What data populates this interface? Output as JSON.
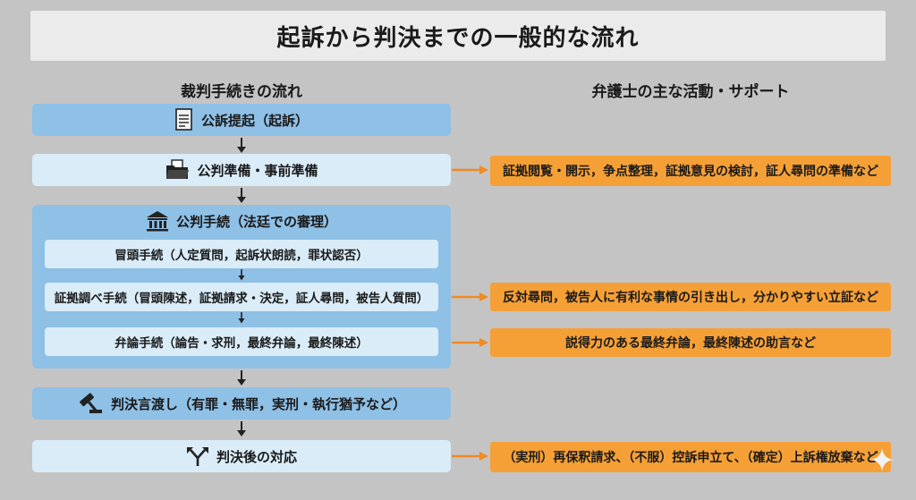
{
  "title": "起訴から判決までの一般的な流れ",
  "left_header": "裁判手続きの流れ",
  "right_header": "弁護士の主な活動・サポート",
  "steps": {
    "indictment": "公訴提起（起訴）",
    "pretrial": "公判準備・事前準備",
    "trial": "公判手続（法廷での審理）",
    "opening": "冒頭手続（人定質問，起訴状朗読，罪状認否）",
    "evidence": "証拠調べ手続（冒頭陳述，証拠請求・決定，証人尋問，被告人質問）",
    "argument": "弁論手続（論告・求刑，最終弁論，最終陳述）",
    "verdict": "判決言渡し（有罪・無罪，実刑・執行猶予など）",
    "post": "判決後の対応"
  },
  "support": {
    "pretrial": "証拠閲覧・開示，争点整理，証拠意見の検討，証人尋問の準備など",
    "evidence": "反対尋問，被告人に有利な事情の引き出し，分かりやすい立証など",
    "argument": "説得力のある最終弁論，最終陳述の助言など",
    "post": "（実刑）再保釈請求、（不服）控訴申立て、（確定）上訴権放棄など"
  },
  "colors": {
    "background": "#c4c4c4",
    "step_dark": "#8fc0e6",
    "step_light": "#d9ecf8",
    "support": "#f5a037",
    "arrow_orange": "#f08a24"
  }
}
